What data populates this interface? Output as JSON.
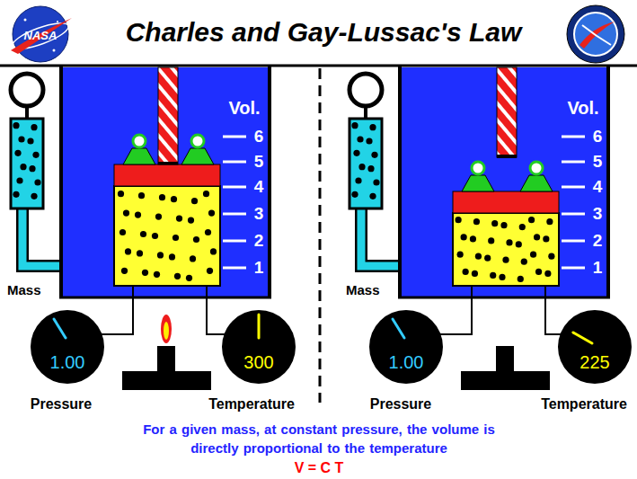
{
  "diagram": {
    "title": "Charles and Gay-Lussac's Law",
    "caption": "For a given mass, at constant pressure, the volume is directly proportional to the temperature",
    "nodes": [
      {
        "text": [
          "1.00",
          "Pressure"
        ]
      },
      {
        "text": [
          "300",
          "Temperature"
        ]
      },
      {
        "text": [
          "1.00",
          "Pressure"
        ]
      },
      {
        "text": [
          "225",
          "Temperature"
        ]
      }
    ],
    "labels": [
      "NASA",
      "Vol.",
      "6",
      "5",
      "4",
      "3",
      "2",
      "1",
      "Mass",
      "Vol.",
      "6",
      "5",
      "4",
      "3",
      "2",
      "1",
      "Mass",
      "V = C T"
    ]
  }
}
